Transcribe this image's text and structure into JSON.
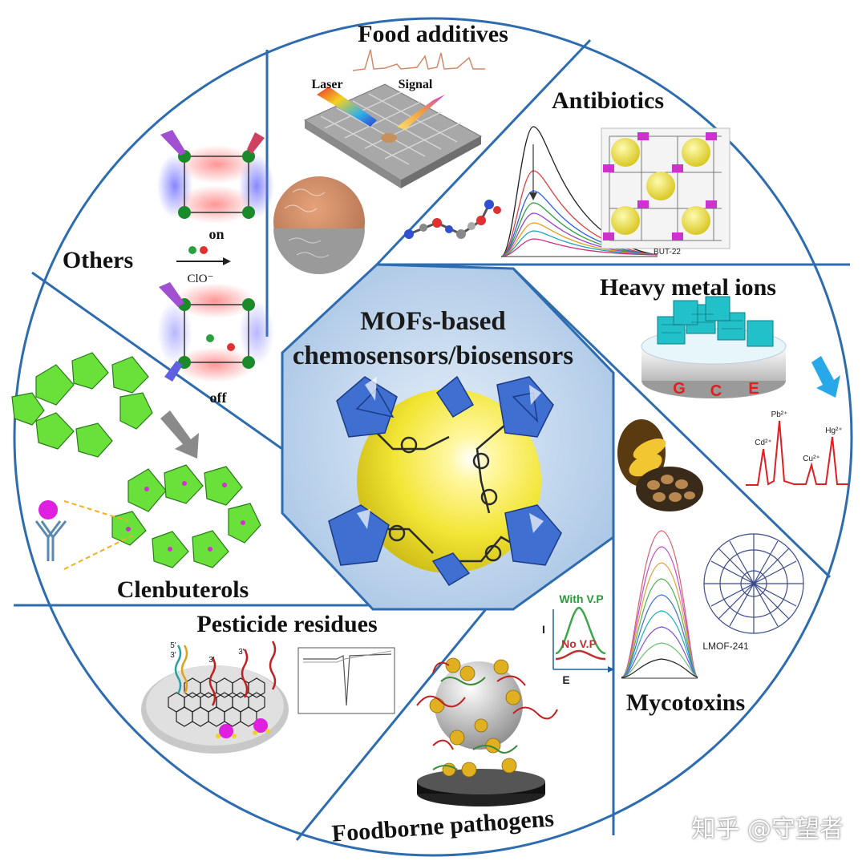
{
  "center": {
    "title_line1": "MOFs-based",
    "title_line2": "chemosensors/biosensors"
  },
  "sectors": {
    "food_additives": {
      "title": "Food additives",
      "laser_label": "Laser",
      "signal_label": "Signal"
    },
    "antibiotics": {
      "title": "Antibiotics",
      "framework_label": "BUT-22"
    },
    "heavy_metal_ions": {
      "title": "Heavy metal ions",
      "electrode_letters": [
        "G",
        "C",
        "E"
      ],
      "peak_labels": [
        "Cd²⁺",
        "Pb²⁺",
        "Cu²⁺",
        "Hg²⁺"
      ]
    },
    "mycotoxins": {
      "title": "Mycotoxins",
      "framework_label": "LMOF-241"
    },
    "foodborne_pathogens": {
      "title": "Foodborne pathogens",
      "axis_y": "I",
      "axis_x": "E",
      "curve_with": "With V.P",
      "curve_without": "No V.P"
    },
    "pesticide_residues": {
      "title": "Pesticide residues",
      "strand_labels": [
        "5'",
        "3'",
        "3'",
        "3'"
      ]
    },
    "clenbuterols": {
      "title": "Clenbuterols"
    },
    "others": {
      "title": "Others",
      "switch_on": "on",
      "switch_reagent": "ClO⁻",
      "switch_off": "off"
    }
  },
  "watermark": "知乎 @守望者",
  "colors": {
    "divider": "#2e6cb0",
    "center_fill": "#a9c7e6",
    "mof_blue": "#3f6fd0",
    "sphere_yellow": "#f3ea3a",
    "octahedron_green": "#66e03a",
    "red_curve": "#e02020",
    "green_curve": "#3aa84a"
  }
}
